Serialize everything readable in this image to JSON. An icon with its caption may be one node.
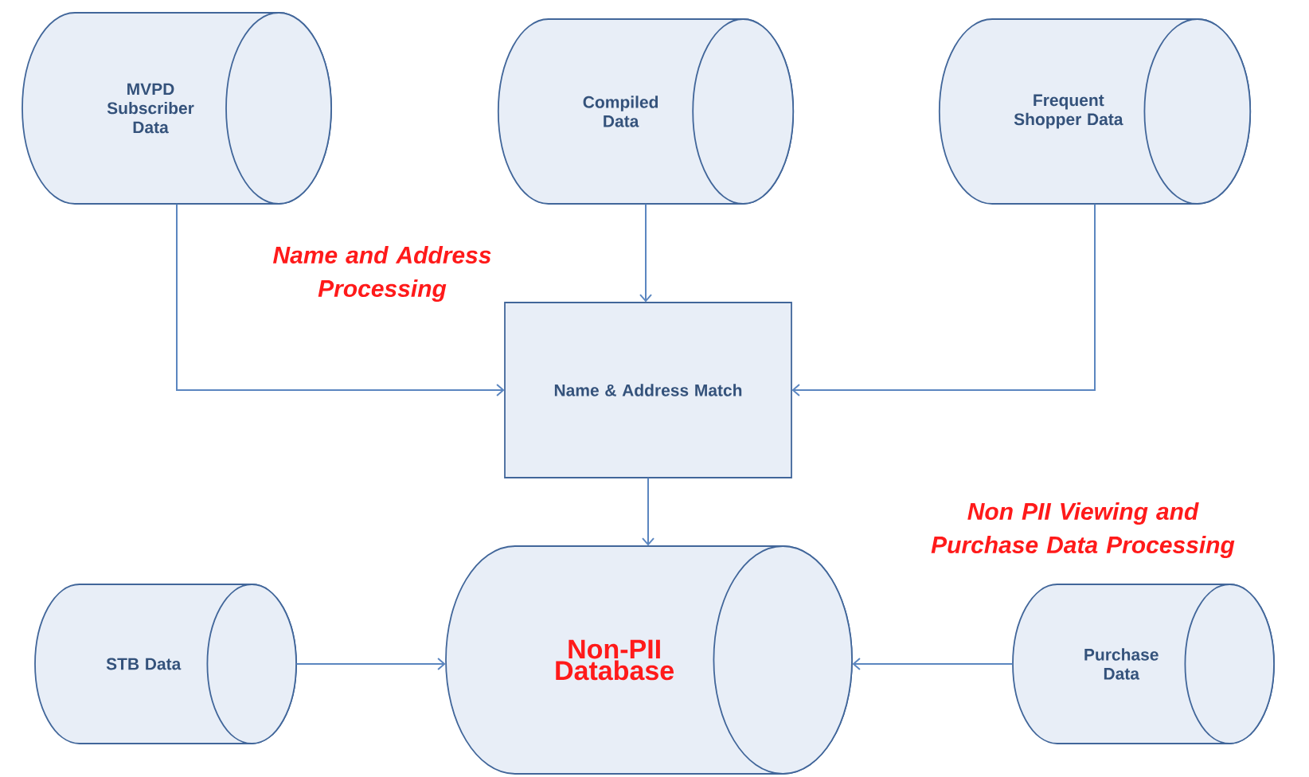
{
  "diagram": {
    "nodes": [
      {
        "text": [
          "MVPD Subscriber Data"
        ]
      },
      {
        "text": [
          "Compiled Data"
        ]
      },
      {
        "text": [
          "Frequent Shopper Data"
        ]
      },
      {
        "text": [
          "Name & Address Match"
        ]
      },
      {
        "text": [
          "STB Data"
        ]
      },
      {
        "text": [
          "Non-PII Database"
        ]
      },
      {
        "text": [
          "Purchase Data"
        ]
      }
    ],
    "edges": [
      {
        "from": 0,
        "to": 3,
        "arrow": "to"
      },
      {
        "from": 1,
        "to": 3,
        "arrow": "to"
      },
      {
        "from": 2,
        "to": 3,
        "arrow": "to"
      },
      {
        "from": 3,
        "to": 5,
        "arrow": "to"
      },
      {
        "from": 4,
        "to": 5,
        "arrow": "to"
      },
      {
        "from": 6,
        "to": 5,
        "arrow": "to"
      }
    ],
    "labels": [
      "Name and Address Processing",
      "Non PII Viewing and Purchase Data Processing"
    ]
  }
}
